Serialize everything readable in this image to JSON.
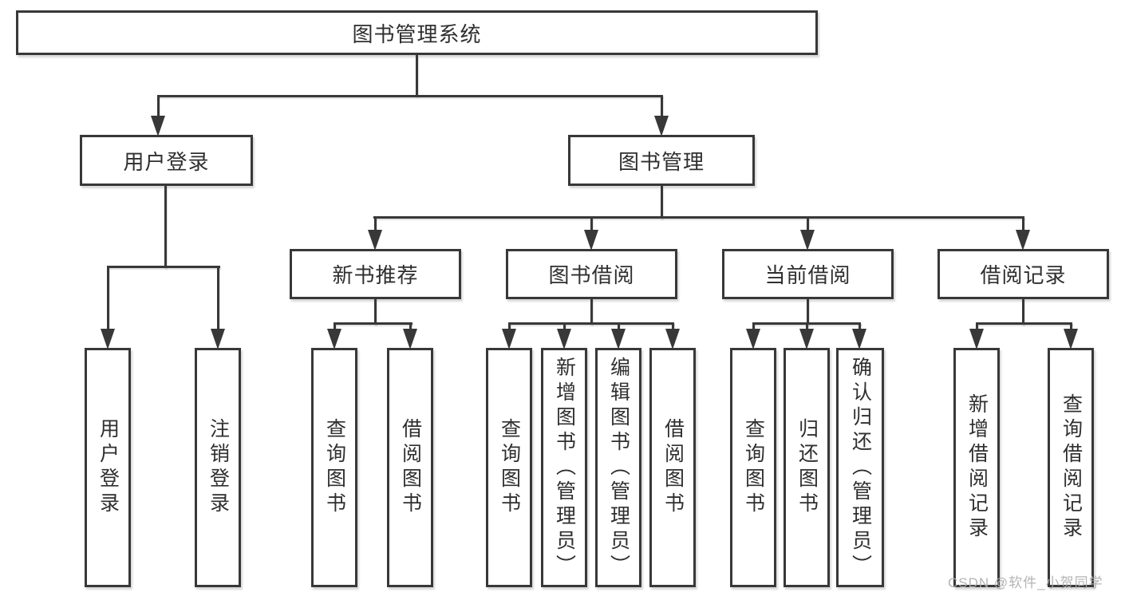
{
  "tree": {
    "root": "图书管理系统",
    "user_login": {
      "label": "用户登录",
      "children": [
        "用户登录",
        "注销登录"
      ]
    },
    "book_mgmt": {
      "label": "图书管理",
      "sections": {
        "new_books": {
          "label": "新书推荐",
          "children": [
            "查询图书",
            "借阅图书"
          ]
        },
        "book_borrow": {
          "label": "图书借阅",
          "children": [
            "查询图书",
            "新增图书（管理员）",
            "编辑图书（管理员）",
            "借阅图书"
          ]
        },
        "current_borrow": {
          "label": "当前借阅",
          "children": [
            "查询图书",
            "归还图书",
            "确认归还（管理员）"
          ]
        },
        "borrow_records": {
          "label": "借阅记录",
          "children": [
            "新增借阅记录",
            "查询借阅记录"
          ]
        }
      }
    }
  },
  "watermark": "CSDN @软件_小贺同学",
  "colors": {
    "line": "#383838",
    "text": "#2f2f2f",
    "watermark": "#aeaeae",
    "background": "#ffffff"
  }
}
